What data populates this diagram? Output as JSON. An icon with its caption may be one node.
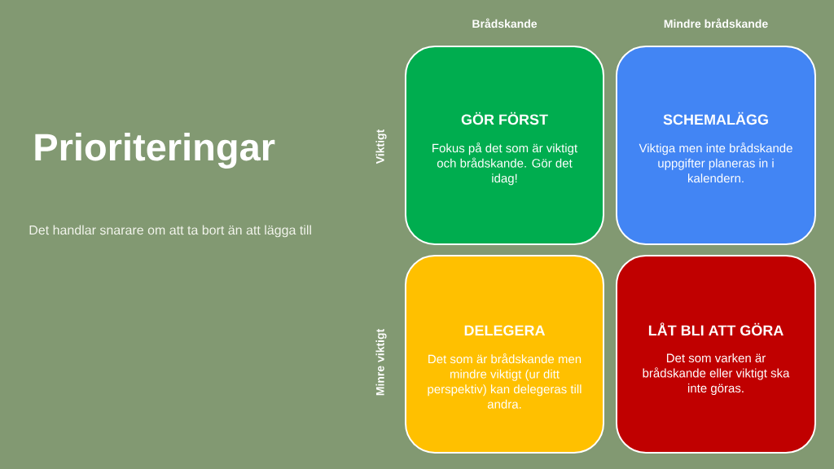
{
  "diagram": {
    "title": "Prioriteringar",
    "nodes": [
      {
        "text": [
          "GÖR FÖRST",
          "Fokus på det som är viktigt och brådskande. Gör det idag!"
        ]
      },
      {
        "text": [
          "SCHEMALÄGG",
          "Viktiga men inte brådskande uppgifter planeras in i kalendern."
        ]
      },
      {
        "text": [
          "DELEGERA",
          "Det som är brådskande men mindre viktigt (ur ditt perspektiv) kan delegeras till andra."
        ]
      },
      {
        "text": [
          "LÅT BLI ATT GÖRA",
          "Det som varken är brådskande eller viktigt ska inte göras."
        ]
      }
    ],
    "labels": [
      "Brådskande",
      "Mindre brådskande",
      "Viktigt",
      "Det handlar snarare om att ta bort än att lägga till",
      "Minre viktigt"
    ]
  }
}
